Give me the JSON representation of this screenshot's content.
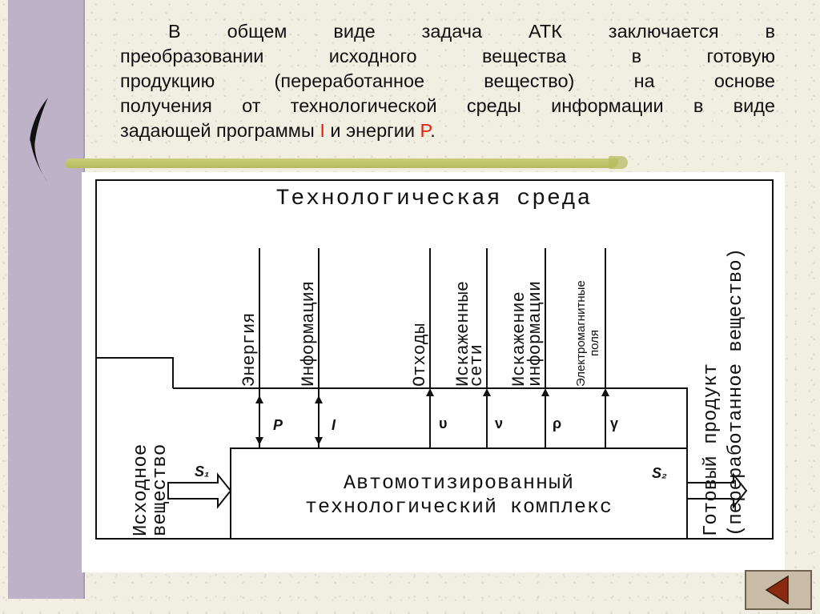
{
  "slide": {
    "paragraph_lines": [
      "В общем виде задача АТК заключается в",
      "преобразовании исходного вещества в готовую",
      "продукцию (переработанное вещество) на основе",
      "получения от технологической среды информации в виде"
    ],
    "last_line_prefix": "задающей программы ",
    "last_line_i": "I",
    "last_line_mid": " и энергии ",
    "last_line_p": "P",
    "last_line_suffix": "."
  },
  "diagram": {
    "environment_title": "Технологическая среда",
    "complex_line1": "Автомотизированный",
    "complex_line2": "технологический комплекс",
    "input_label_line1": "Исходное",
    "input_label_line2": "вещество",
    "output_label_line1": "Готовый продукт",
    "output_label_line2": "(переработанное вещество)",
    "s1": "S₁",
    "s2": "S₂",
    "flows": {
      "energy_label": "Энергия",
      "energy_symbol": "P",
      "info_label": "Информация",
      "info_symbol": "I",
      "waste_label": "Отходы",
      "waste_symbol": "υ",
      "nets_line1": "Искаженные",
      "nets_line2": "сети",
      "nets_symbol": "ν",
      "distinfo_line1": "Искажение",
      "distinfo_line2": "информации",
      "distinfo_symbol": "ρ",
      "em_line1": "Электромагнитные",
      "em_line2": "поля",
      "em_symbol": "γ"
    }
  },
  "colors": {
    "highlight": "#e02010",
    "side_bar": "#bdb2c7",
    "brush": "#c2c56e",
    "nav_button": "#c8bca6",
    "nav_arrow": "#8a2a10"
  },
  "icons": {
    "bracket": "left-bracket-icon",
    "nav": "back-arrow-icon"
  }
}
